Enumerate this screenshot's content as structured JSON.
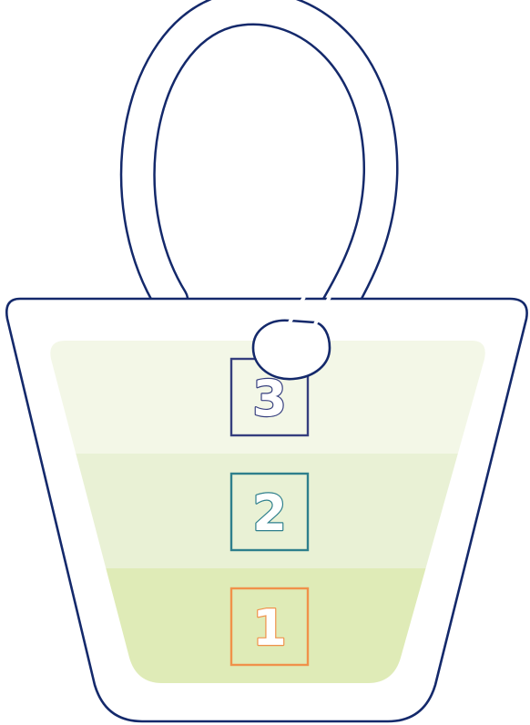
{
  "colors": {
    "outline": "#14296b",
    "basket_fill": "#ffffff",
    "tier_1_fill": "#dfebb7",
    "tier_2_fill": "#e9f1d5",
    "tier_3_fill": "#f3f7e7",
    "tier_1_accent": "#f0914a",
    "tier_2_accent": "#2e7f8c",
    "tier_3_accent": "#353e7e"
  },
  "tiers": [
    {
      "label": "1",
      "color_key": "tier_1_accent"
    },
    {
      "label": "2",
      "color_key": "tier_2_accent"
    },
    {
      "label": "3",
      "color_key": "tier_3_accent"
    }
  ],
  "icons": {
    "basket": "basket-icon",
    "handle": "loop-handle-icon"
  }
}
